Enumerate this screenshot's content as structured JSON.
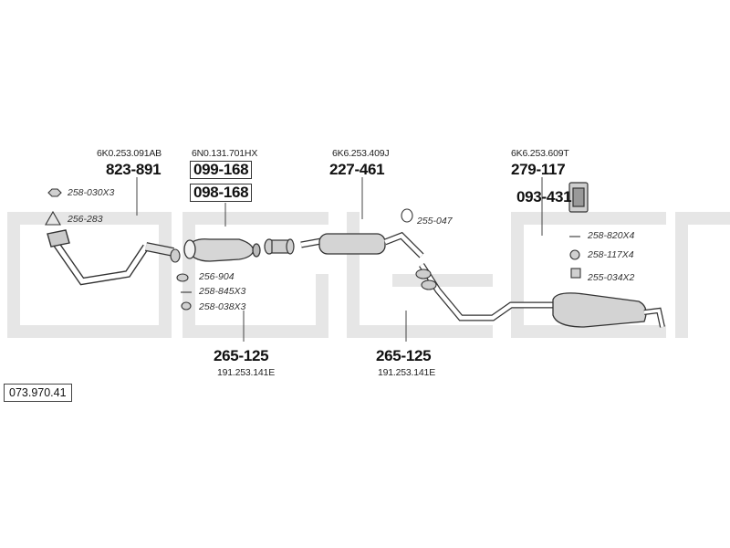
{
  "diagram_ref": "073.970.41",
  "oem_refs": {
    "front_pipe": "6K0.253.091AB",
    "catalyst": "6N0.131.701HX",
    "middle_silencer": "6K6.253.409J",
    "rear_silencer": "6K6.253.609T"
  },
  "part_numbers": {
    "front_pipe": "823-891",
    "catalyst_1": "099-168",
    "catalyst_2": "098-168",
    "middle_silencer": "227-461",
    "rear_silencer": "279-117",
    "heat_shield": "093-431",
    "clamp_left": "265-125",
    "clamp_right": "265-125"
  },
  "sub_refs": {
    "clamp_left": "191.253.141E",
    "clamp_right": "191.253.141E"
  },
  "accessories": {
    "nut": "258-030X3",
    "gasket_front": "256-283",
    "gasket_ring": "256-904",
    "bolt": "258-845X3",
    "spring": "258-038X3",
    "rubber_mount": "255-047",
    "screw": "258-820X4",
    "washer": "258-117X4",
    "bracket": "255-034X2"
  },
  "colors": {
    "watermark": "#e4e4e4",
    "line": "#333333",
    "part_fill": "#d0d0d0"
  }
}
